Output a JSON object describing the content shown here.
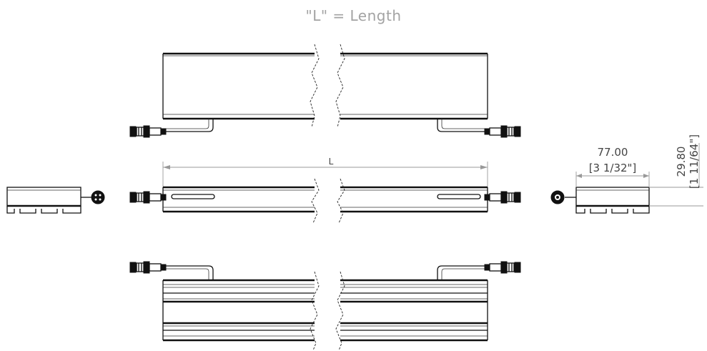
{
  "title": "\"L\" = Length",
  "dimensions": {
    "length_label": "L",
    "width_mm": "77.00",
    "width_in": "[3 1/32\"]",
    "height_mm": "29.80",
    "height_in": "[1 11/64\"]"
  }
}
